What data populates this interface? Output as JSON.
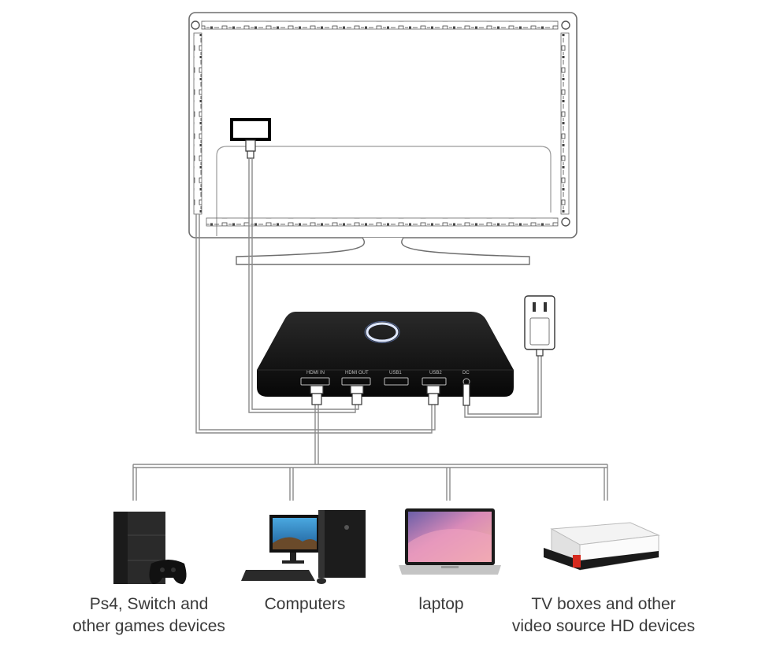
{
  "box": {
    "ports": [
      "HDMI IN",
      "HDMI OUT",
      "USB1",
      "USB2",
      "DC"
    ]
  },
  "devices": [
    {
      "icon": "game-console-icon",
      "line1": "Ps4, Switch and",
      "line2": "other games devices"
    },
    {
      "icon": "desktop-computer-icon",
      "line1": "Computers",
      "line2": ""
    },
    {
      "icon": "laptop-icon",
      "line1": "laptop",
      "line2": ""
    },
    {
      "icon": "tv-box-icon",
      "line1": "TV boxes and other",
      "line2": "video source HD devices"
    }
  ],
  "colors": {
    "line": "#8a8a8a",
    "box": "#141414",
    "ring": "#dfe8ff",
    "laptop_screen": "#d98ab8",
    "tv_box_accent": "#d62a1e"
  }
}
